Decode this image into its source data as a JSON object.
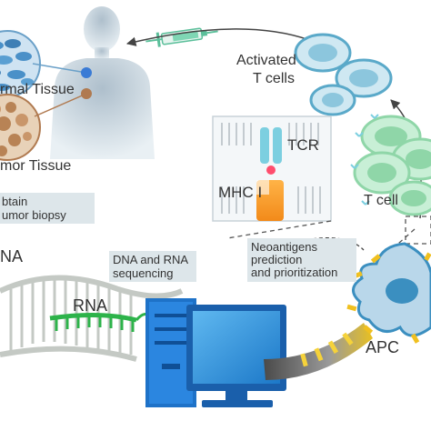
{
  "labels": {
    "normal_tissue": "rmal Tissue",
    "tumor_tissue": "mor Tissue",
    "biopsy_line1": "btain",
    "biopsy_line2": "umor biopsy",
    "activated_line1": "Activated",
    "activated_line2": "T cells",
    "tcr": "TCR",
    "mhc": "MHC I",
    "t_cell": "T cell",
    "dna_rna_line1": "DNA and RNA",
    "dna_rna_line2": "sequencing",
    "neo_line1": "Neoantigens",
    "neo_line2": "prediction",
    "neo_line3": "and prioritization",
    "rna_left": "NA",
    "rna": "RNA",
    "apc": "APC"
  },
  "colors": {
    "tcell_blue": "#5aa9c9",
    "tcell_green": "#8fd6a8",
    "rna_green": "#2db34a",
    "apc_blue": "#3b8fc0",
    "peptide_yellow": "#f0c020",
    "computer_blue": "#1e72c8",
    "tissue_blue": "#4a90c8",
    "tissue_tan": "#c9966a",
    "mhc_orange": "#f5a623",
    "dot_blue": "#3a7bd5"
  }
}
